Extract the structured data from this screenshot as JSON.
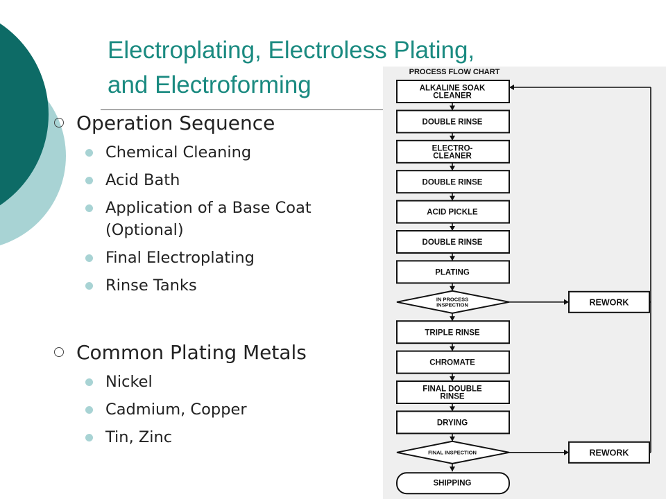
{
  "slide": {
    "title_line1": "Electroplating, Electroless Plating,",
    "title_line2": "and Electroforming"
  },
  "sections": [
    {
      "heading": "Operation Sequence",
      "items": [
        "Chemical Cleaning",
        "Acid Bath",
        "Application of a Base Coat\n(Optional)",
        "Final Electroplating",
        "Rinse Tanks"
      ]
    },
    {
      "heading": "Common Plating Metals",
      "items": [
        "Nickel",
        "Cadmium, Copper",
        "Tin, Zinc"
      ]
    }
  ],
  "flowchart": {
    "title": "PROCESS FLOW CHART",
    "steps": [
      {
        "shape": "rect",
        "lines": [
          "ALKALINE SOAK",
          "CLEANER"
        ]
      },
      {
        "shape": "rect",
        "lines": [
          "DOUBLE RINSE"
        ]
      },
      {
        "shape": "rect",
        "lines": [
          "ELECTRO-",
          "CLEANER"
        ]
      },
      {
        "shape": "rect",
        "lines": [
          "DOUBLE RINSE"
        ]
      },
      {
        "shape": "rect",
        "lines": [
          "ACID PICKLE"
        ]
      },
      {
        "shape": "rect",
        "lines": [
          "DOUBLE RINSE"
        ]
      },
      {
        "shape": "rect",
        "lines": [
          "PLATING"
        ]
      },
      {
        "shape": "diamond",
        "lines": [
          "IN PROCESS",
          "INSPECTION"
        ],
        "branch": "REWORK"
      },
      {
        "shape": "rect",
        "lines": [
          "TRIPLE RINSE"
        ]
      },
      {
        "shape": "rect",
        "lines": [
          "CHROMATE"
        ]
      },
      {
        "shape": "rect",
        "lines": [
          "FINAL DOUBLE",
          "RINSE"
        ]
      },
      {
        "shape": "rect",
        "lines": [
          "DRYING"
        ]
      },
      {
        "shape": "diamond",
        "lines": [
          "FINAL INSPECTION"
        ],
        "branch": "REWORK"
      },
      {
        "shape": "terminal",
        "lines": [
          "SHIPPING"
        ]
      }
    ]
  },
  "colors": {
    "accent": "#1a8a80",
    "dark_teal": "#0d6b66",
    "light_teal": "#a8d3d4"
  }
}
